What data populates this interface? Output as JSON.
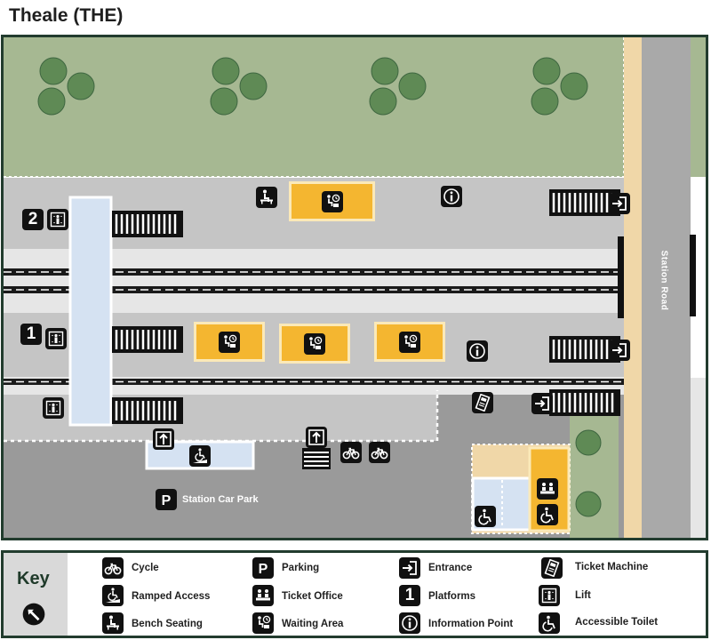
{
  "title": "Theale (THE)",
  "map": {
    "road_label": "Station Road",
    "car_park_label": "Station Car Park",
    "platform_numbers": [
      "2",
      "1"
    ]
  },
  "key": {
    "title": "Key",
    "items": [
      {
        "label": "Cycle",
        "icon": "cycle-icon"
      },
      {
        "label": "Ramped Access",
        "icon": "ramped-access-icon"
      },
      {
        "label": "Bench Seating",
        "icon": "bench-seating-icon"
      },
      {
        "label": "Parking",
        "icon": "parking-icon"
      },
      {
        "label": "Ticket Office",
        "icon": "ticket-office-icon"
      },
      {
        "label": "Waiting Area",
        "icon": "waiting-area-icon"
      },
      {
        "label": "Entrance",
        "icon": "entrance-icon"
      },
      {
        "label": "Platforms",
        "icon": "platforms-icon",
        "glyph": "1"
      },
      {
        "label": "Information Point",
        "icon": "information-point-icon"
      },
      {
        "label": "Ticket Machine",
        "icon": "ticket-machine-icon"
      },
      {
        "label": "Lift",
        "icon": "lift-icon"
      },
      {
        "label": "Accessible Toilet",
        "icon": "accessible-toilet-icon"
      }
    ]
  },
  "colors": {
    "grass": "#a6b892",
    "platform": "#c5c5c5",
    "track_bed": "#e6e6e6",
    "road": "#a9a9a9",
    "footpath": "#f0d7a8",
    "car_park": "#9a9a9a",
    "waiting_area": "#f4b630",
    "bridge": "#d5e2f2",
    "frame": "#223c2e",
    "tree": "#5f8a55"
  }
}
